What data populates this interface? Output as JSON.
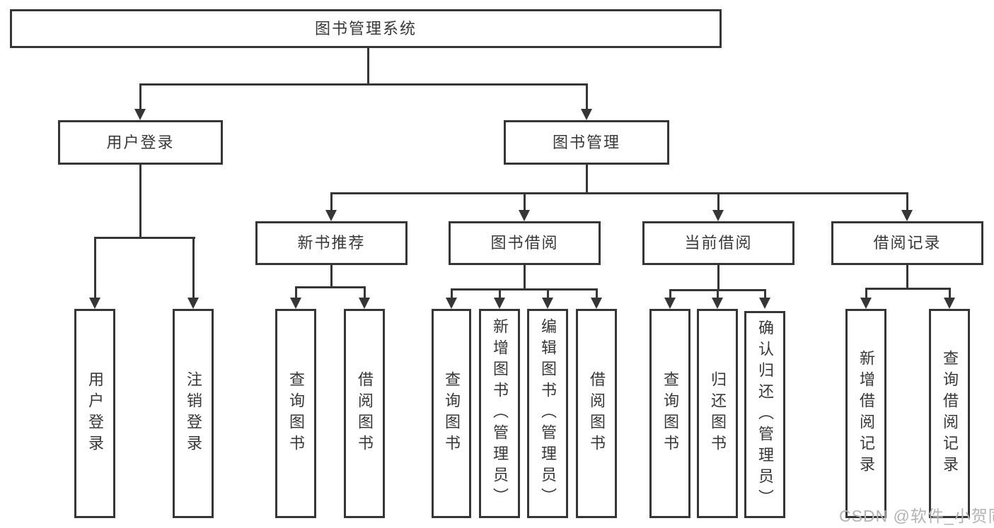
{
  "tree": {
    "label": "图书管理系统",
    "children": [
      {
        "label": "用户登录",
        "children": [
          {
            "label": "用户登录"
          },
          {
            "label": "注销登录"
          }
        ]
      },
      {
        "label": "图书管理",
        "children": [
          {
            "label": "新书推荐",
            "children": [
              {
                "label": "查询图书"
              },
              {
                "label": "借阅图书"
              }
            ]
          },
          {
            "label": "图书借阅",
            "children": [
              {
                "label": "查询图书"
              },
              {
                "label": "新增图书（管理员）"
              },
              {
                "label": "编辑图书（管理员）"
              },
              {
                "label": "借阅图书"
              }
            ]
          },
          {
            "label": "当前借阅",
            "children": [
              {
                "label": "查询图书"
              },
              {
                "label": "归还图书"
              },
              {
                "label": "确认归还（管理员）"
              }
            ]
          },
          {
            "label": "借阅记录",
            "children": [
              {
                "label": "新增借阅记录"
              },
              {
                "label": "查询借阅记录"
              }
            ]
          }
        ]
      }
    ]
  },
  "watermark": {
    "text": "CSDN @软件_小贺同学"
  },
  "colors": {
    "line": "#363636",
    "box_border": "#363636",
    "text": "#383838",
    "watermark": "#b3b3b3",
    "background": "#ffffff"
  }
}
